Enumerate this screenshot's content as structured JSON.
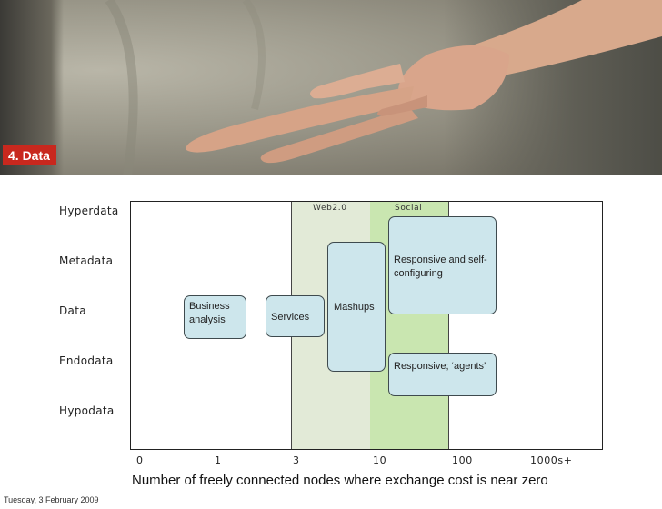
{
  "slide": {
    "title": "4. Data",
    "footer": "Tuesday, 3 February 2009"
  },
  "photo": {
    "description_icon": "crossed-fingers-photo"
  },
  "diagram": {
    "row_labels": [
      "Hyperdata",
      "Metadata",
      "Data",
      "Endodata",
      "Hypodata"
    ],
    "bands": {
      "web2": "Web2.0",
      "social": "Social"
    },
    "boxes": {
      "business_analysis": "Business analysis",
      "services": "Services",
      "mashups": "Mashups",
      "responsive_self_configuring": "Responsive and self-configuring",
      "responsive_agents": "Responsive; ‘agents’"
    },
    "x_ticks": [
      "0",
      "1",
      "3",
      "10",
      "100",
      "1000s+"
    ],
    "x_label": "Number of freely connected nodes where exchange cost is near zero"
  },
  "colors": {
    "title_bg": "#c8281e",
    "web2_band": "#e2ead7",
    "social_band": "#c9e6b0",
    "box_fill": "#cde6ec"
  }
}
